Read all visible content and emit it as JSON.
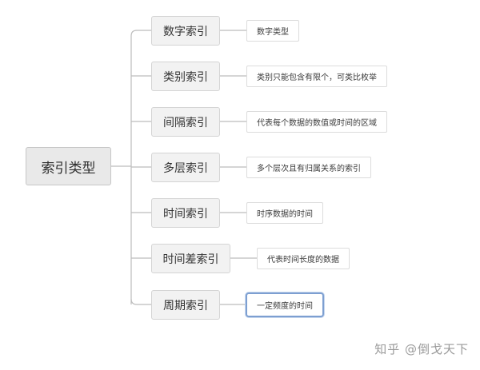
{
  "root": {
    "label": "索引类型"
  },
  "branches": [
    {
      "label": "数字索引",
      "desc": "数字类型"
    },
    {
      "label": "类别索引",
      "desc": "类别只能包含有限个，可类比枚举"
    },
    {
      "label": "间隔索引",
      "desc": "代表每个数据的数值或时间的区域"
    },
    {
      "label": "多层索引",
      "desc": "多个层次且有归属关系的索引"
    },
    {
      "label": "时间索引",
      "desc": "时序数据的时间"
    },
    {
      "label": "时间差索引",
      "desc": "代表时间长度的数据"
    },
    {
      "label": "周期索引",
      "desc": "一定频度的时间"
    }
  ],
  "watermark": "知乎 @倒戈天下",
  "colors": {
    "line": "#bcbcbc",
    "selected_border": "#7d9fd1"
  }
}
